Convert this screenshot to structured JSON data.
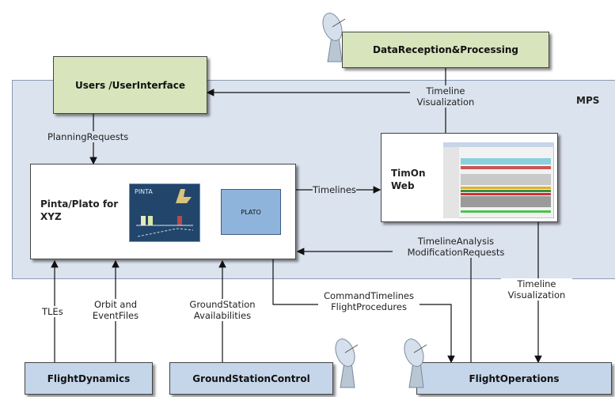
{
  "region": {
    "label": "MPS"
  },
  "nodes": {
    "users": "Users /UserInterface",
    "data_reception": "DataReception&Processing",
    "pinta_plato": "Pinta/Plato for XYZ",
    "timon": "TimOn Web",
    "flight_dynamics": "FlightDynamics",
    "ground_station_control": "GroundStationControl",
    "flight_operations": "FlightOperations"
  },
  "pinta_panel": {
    "title": "PINTA",
    "plato_label": "PLATO"
  },
  "edges": {
    "timeline_visualization_top": "Timeline Visualization",
    "planning_requests": "PlanningRequests",
    "timelines": "Timelines",
    "timeline_analysis": "TimelineAnalysis ModificationRequests",
    "timeline_visualization_bottom": "Timeline Visualization",
    "tles": "TLEs",
    "orbit_event": "Orbit and EventFiles",
    "ground_availabilities": "GroundStation Availabilities",
    "command_timelines": "CommandTimelines FlightProcedures"
  },
  "colors": {
    "green_box": "#d8e4bc",
    "blue_box": "#c5d5ea",
    "region": "#dbe3ee",
    "pinta_bg": "#22456b",
    "plato_box": "#8fb4dc"
  },
  "icons": [
    "satellite-dish-icon"
  ]
}
